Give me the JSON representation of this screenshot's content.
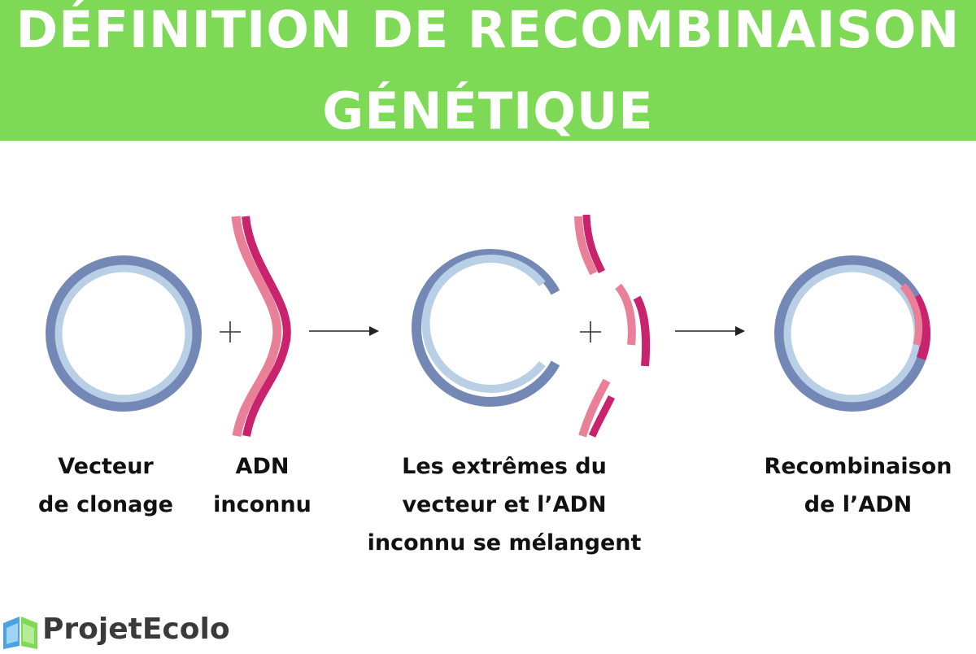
{
  "header": {
    "title_line1": "DÉFINITION DE RECOMBINAISON",
    "title_line2": "GÉNÉTIQUE"
  },
  "captions": {
    "vector": [
      "Vecteur",
      "de clonage"
    ],
    "unknown_dna": [
      "ADN",
      "inconnu"
    ],
    "mixing": [
      "Les extrêmes du",
      "vecteur et l’ADN",
      "inconnu se mélangent"
    ],
    "result": [
      "Recombinaison",
      "de l’ADN"
    ]
  },
  "symbols": {
    "plus": "+",
    "arrow": "→"
  },
  "logo": {
    "text": "ProjetEcolo",
    "icon": "leaf-book-icon"
  },
  "colors": {
    "banner": "#7ed957",
    "vector_outer": "#7388b5",
    "vector_inner": "#b8cfe6",
    "dna_light": "#ea7f98",
    "dna_dark": "#c9236d"
  }
}
